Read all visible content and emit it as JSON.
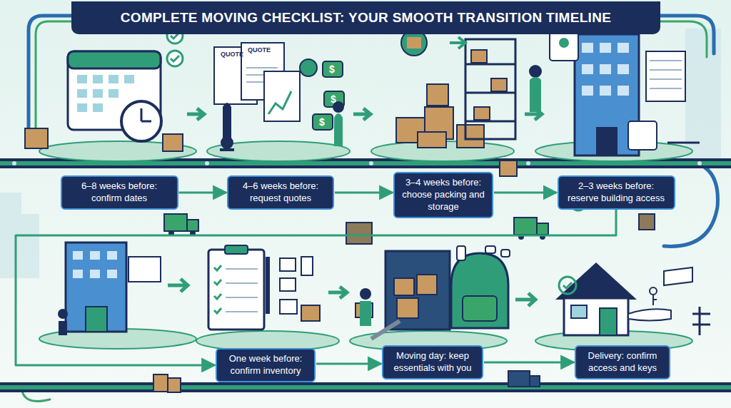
{
  "diagram": {
    "title": "COMPLETE MOVING CHECKLIST: YOUR SMOOTH TRANSITION TIMELINE",
    "nodes": [
      {
        "text": [
          "6–8 weeks before: confirm dates"
        ]
      },
      {
        "text": [
          "4–6 weeks before: request quotes"
        ]
      },
      {
        "text": [
          "3–4 weeks before: choose packing and storage"
        ]
      },
      {
        "text": [
          "2–3 weeks before: reserve building access"
        ]
      },
      {
        "text": [
          "One week before: confirm inventory"
        ]
      },
      {
        "text": [
          "Moving day: keep essentials with you"
        ]
      },
      {
        "text": [
          "Delivery: confirm access and keys"
        ]
      }
    ],
    "edges": [
      {
        "from": 0,
        "to": 1,
        "arrow": "to"
      },
      {
        "from": 1,
        "to": 2,
        "arrow": "to"
      },
      {
        "from": 2,
        "to": 3,
        "arrow": "to"
      },
      {
        "from": 3,
        "to": 4,
        "arrow": "to"
      },
      {
        "from": 4,
        "to": 5,
        "arrow": "to"
      },
      {
        "from": 5,
        "to": 6,
        "arrow": "to"
      }
    ],
    "labels": [
      "QUOTE",
      "QUOTE",
      "$",
      "$",
      "$"
    ]
  }
}
